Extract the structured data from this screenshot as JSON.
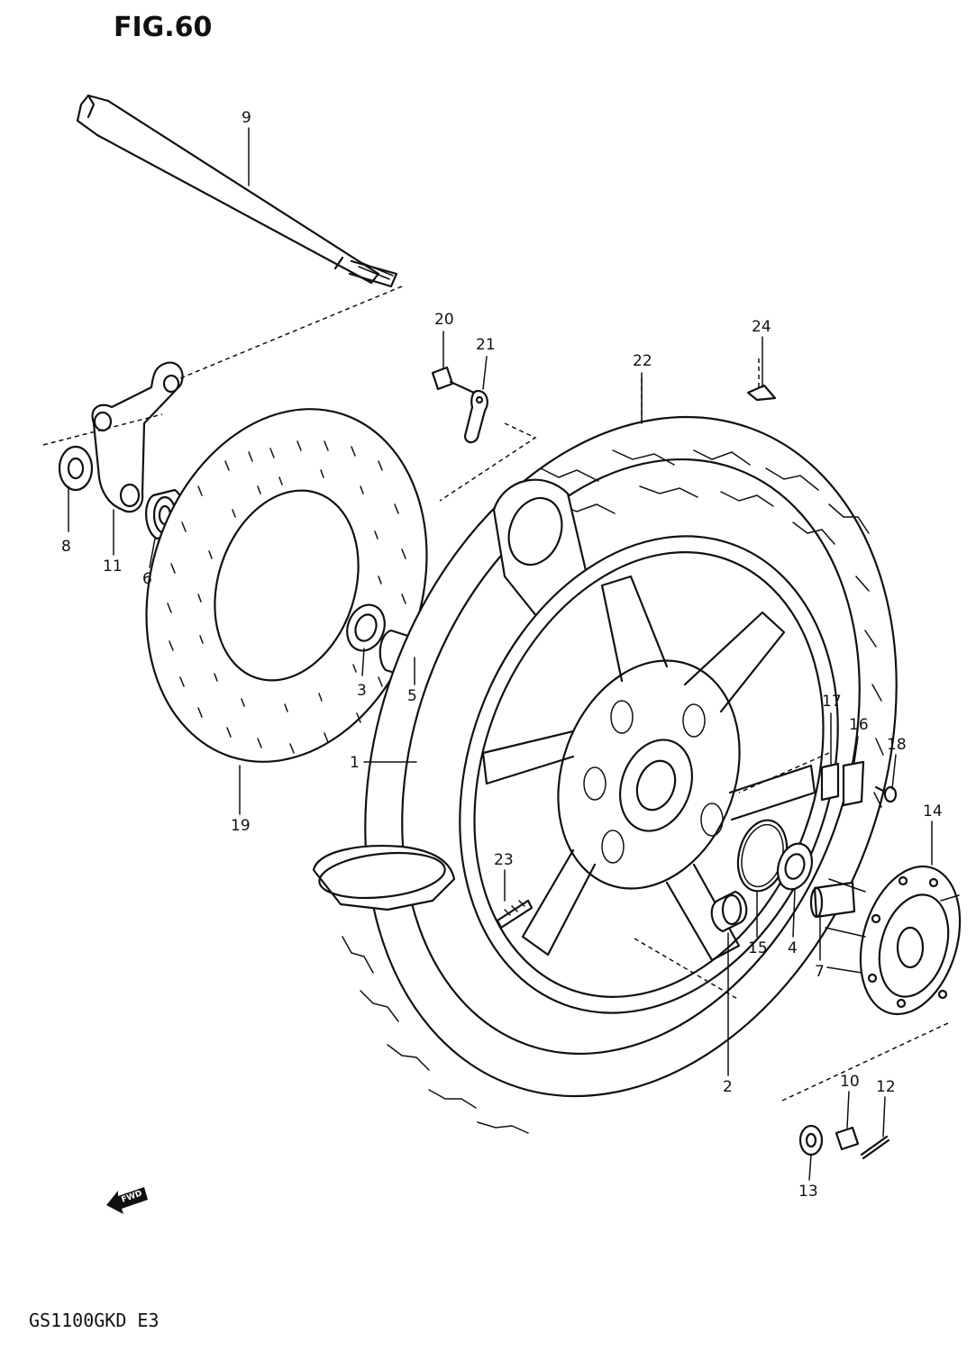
{
  "figure": {
    "title": "FIG.60",
    "model": "GS1100GKD E3",
    "direction_mark": "FWD"
  },
  "callouts": [
    "1",
    "2",
    "3",
    "4",
    "5",
    "6",
    "7",
    "8",
    "9",
    "10",
    "11",
    "12",
    "13",
    "14",
    "15",
    "16",
    "17",
    "18",
    "19",
    "20",
    "21",
    "22",
    "23",
    "24"
  ]
}
